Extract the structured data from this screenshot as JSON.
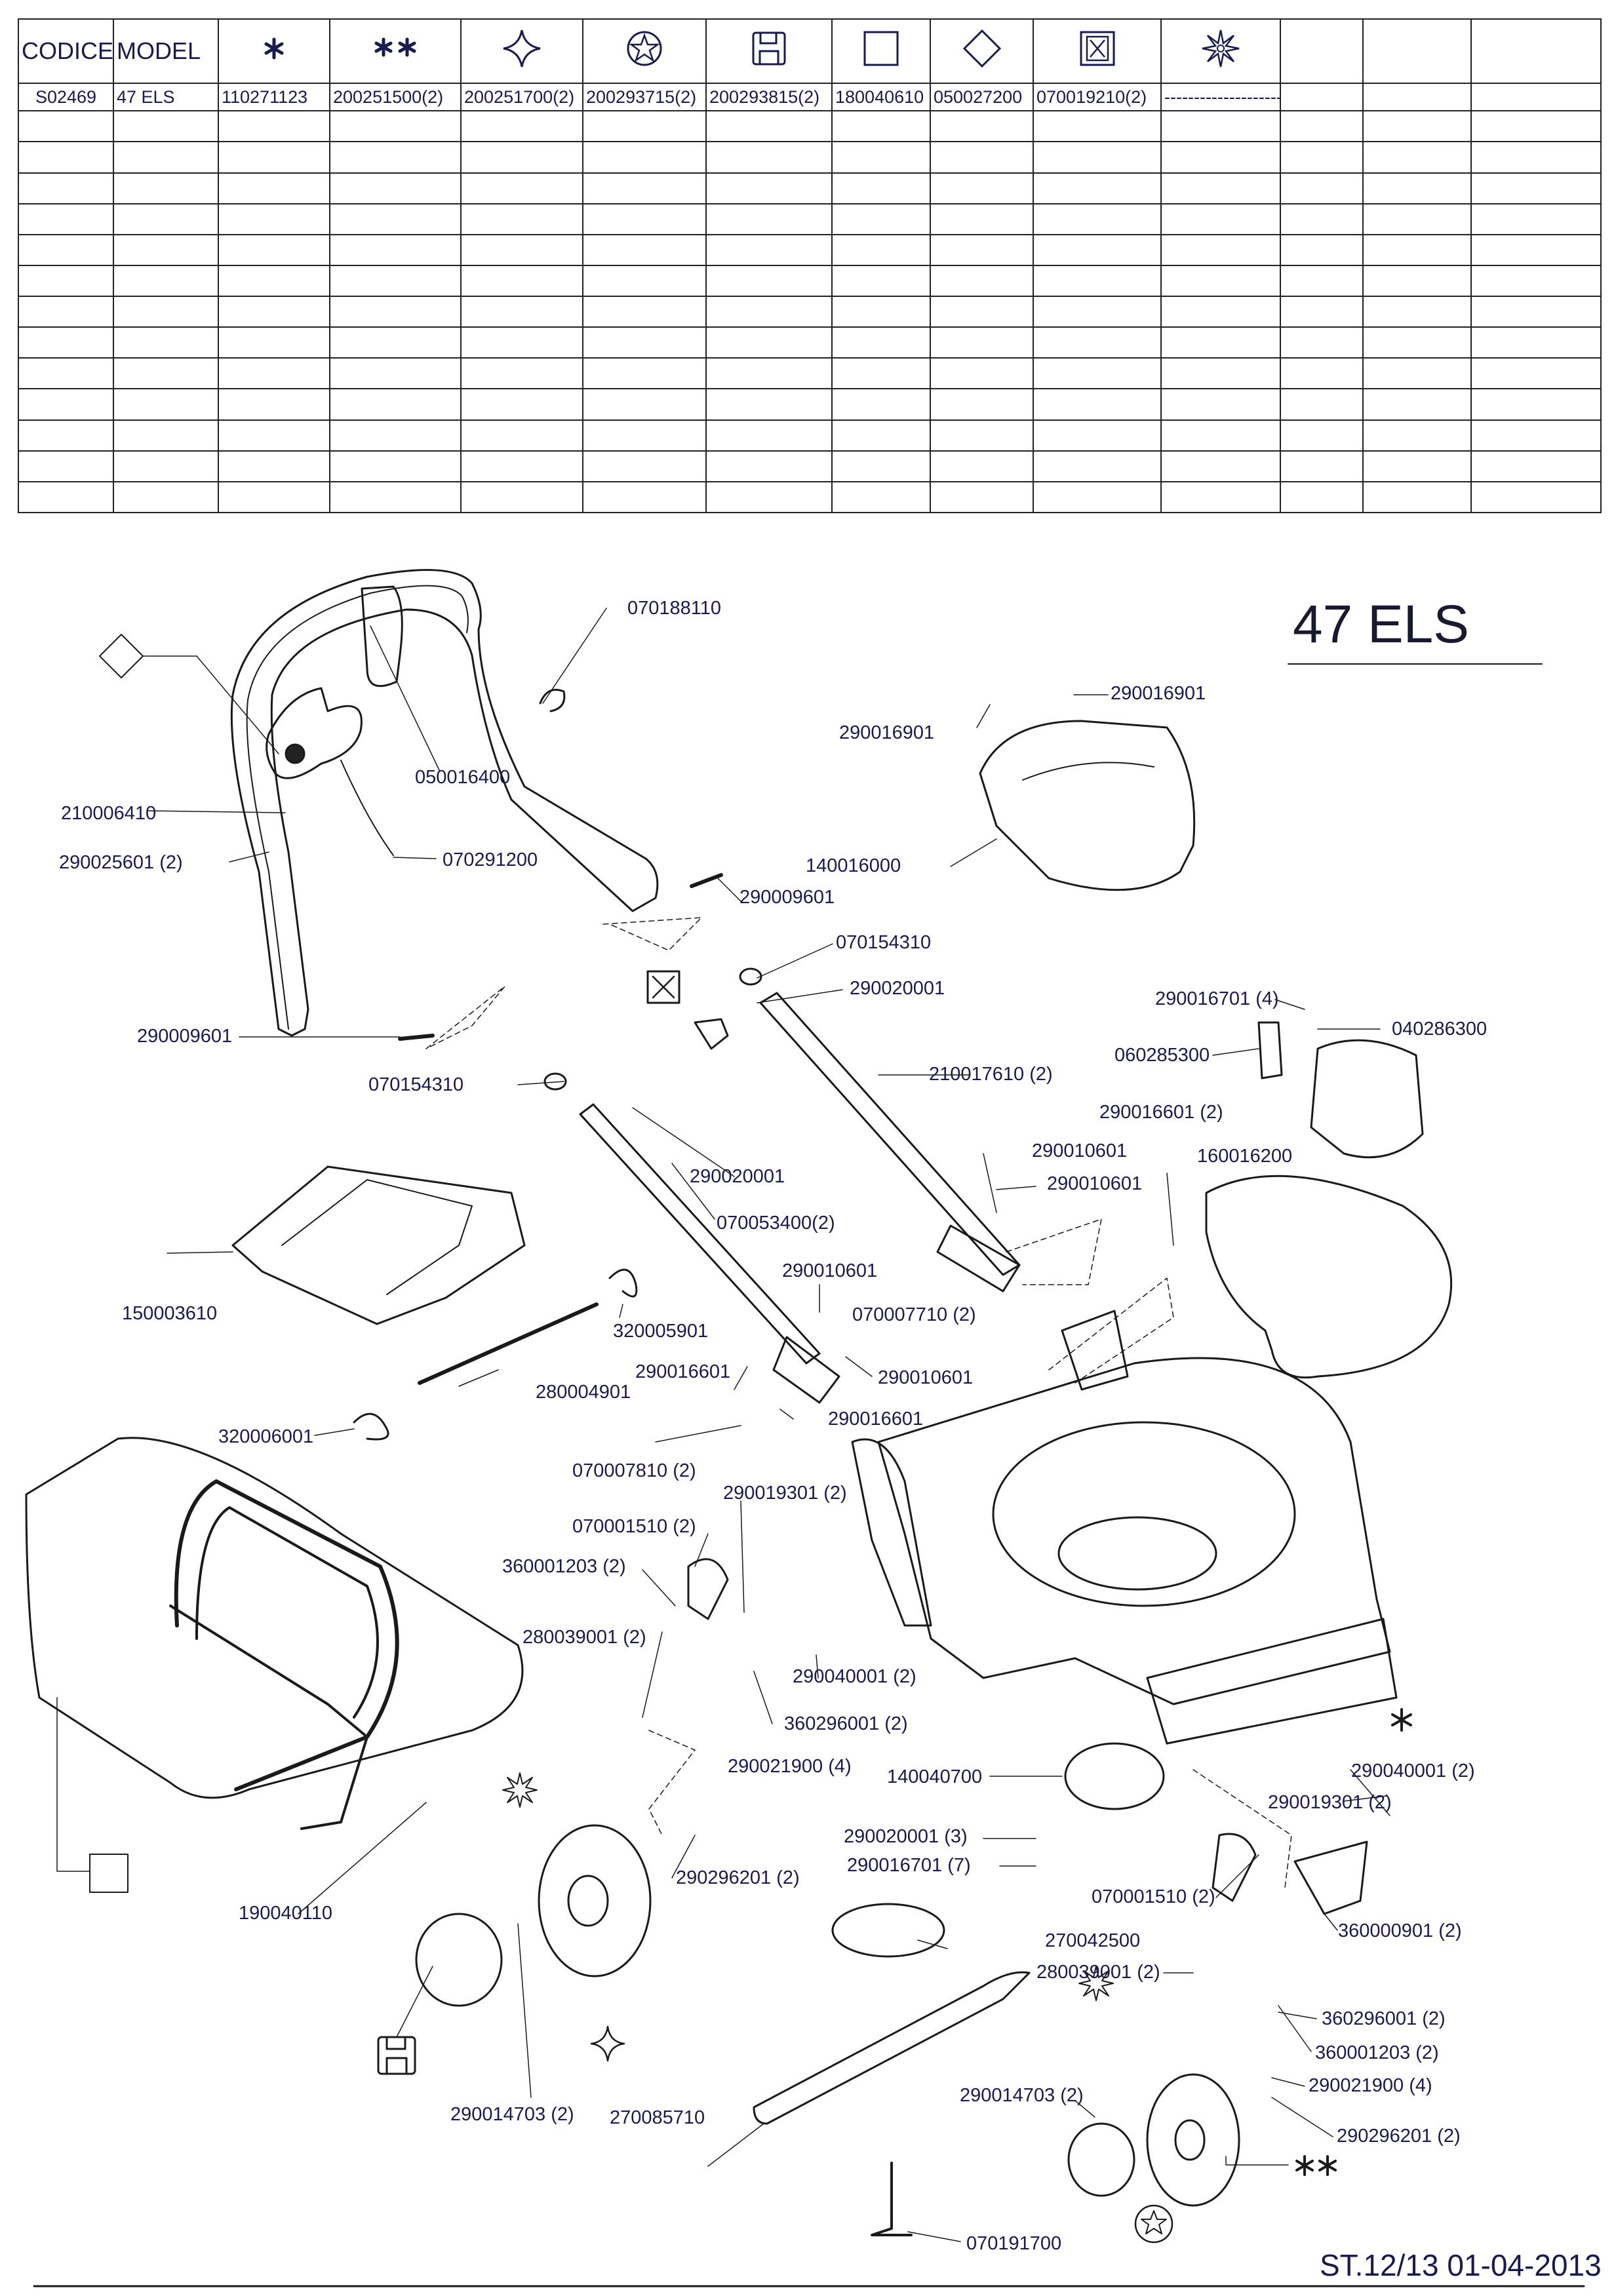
{
  "table": {
    "headers": [
      "CODICE",
      "MODEL",
      "*",
      "**",
      "",
      "",
      "",
      "",
      "",
      "",
      "",
      "",
      "",
      ""
    ],
    "header_icons": [
      "",
      "",
      "single-asterisk-icon",
      "double-asterisk-icon",
      "four-point-star-icon",
      "circled-star-icon",
      "floppy-disk-icon",
      "square-icon",
      "diamond-icon",
      "boxed-x-icon",
      "eight-point-star-icon",
      "",
      "",
      ""
    ],
    "rows": [
      [
        "S02469",
        "47 ELS",
        "110271123",
        "200251500(2)",
        "200251700(2)",
        "200293715(2)",
        "200293815(2)",
        "180040610",
        "050027200",
        "070019210(2)",
        "--------------------",
        "",
        "",
        ""
      ]
    ],
    "empty_rows": 13
  },
  "model_title": "47 ELS",
  "footer": "ST.12/13  01-04-2013",
  "parts": [
    {
      "id": "p1",
      "text": "070188110"
    },
    {
      "id": "p2",
      "text": "050016400"
    },
    {
      "id": "p3",
      "text": "210006410"
    },
    {
      "id": "p4",
      "text": "290025601 (2)"
    },
    {
      "id": "p5",
      "text": "070291200"
    },
    {
      "id": "p6",
      "text": "290009601"
    },
    {
      "id": "p7",
      "text": "290009601"
    },
    {
      "id": "p8",
      "text": "070154310"
    },
    {
      "id": "p9",
      "text": "070154310"
    },
    {
      "id": "p10",
      "text": "290020001"
    },
    {
      "id": "p11",
      "text": "290020001"
    },
    {
      "id": "p12",
      "text": "210017610 (2)"
    },
    {
      "id": "p13",
      "text": "070053400(2)"
    },
    {
      "id": "p14",
      "text": "290010601"
    },
    {
      "id": "p15",
      "text": "290010601"
    },
    {
      "id": "p16",
      "text": "290010601"
    },
    {
      "id": "p17",
      "text": "290010601"
    },
    {
      "id": "p18",
      "text": "070007710 (2)"
    },
    {
      "id": "p19",
      "text": "290016601"
    },
    {
      "id": "p20",
      "text": "290016601"
    },
    {
      "id": "p21",
      "text": "070007810 (2)"
    },
    {
      "id": "p22",
      "text": "150003610"
    },
    {
      "id": "p23",
      "text": "320005901"
    },
    {
      "id": "p24",
      "text": "280004901"
    },
    {
      "id": "p25",
      "text": "320006001"
    },
    {
      "id": "p26",
      "text": "290016901"
    },
    {
      "id": "p27",
      "text": "290016901"
    },
    {
      "id": "p28",
      "text": "140016000"
    },
    {
      "id": "p29",
      "text": "290016701 (4)"
    },
    {
      "id": "p30",
      "text": "040286300"
    },
    {
      "id": "p31",
      "text": "060285300"
    },
    {
      "id": "p32",
      "text": "290016601 (2)"
    },
    {
      "id": "p33",
      "text": "160016200"
    },
    {
      "id": "p34",
      "text": "290019301 (2)"
    },
    {
      "id": "p35",
      "text": "070001510 (2)"
    },
    {
      "id": "p36",
      "text": "360001203 (2)"
    },
    {
      "id": "p37",
      "text": "280039001 (2)"
    },
    {
      "id": "p38",
      "text": "290040001 (2)"
    },
    {
      "id": "p39",
      "text": "360296001 (2)"
    },
    {
      "id": "p40",
      "text": "290021900 (4)"
    },
    {
      "id": "p41",
      "text": "140040700"
    },
    {
      "id": "p42",
      "text": "290040001 (2)"
    },
    {
      "id": "p43",
      "text": "290019301 (2)"
    },
    {
      "id": "p44",
      "text": "290020001 (3)"
    },
    {
      "id": "p45",
      "text": "290016701 (7)"
    },
    {
      "id": "p46",
      "text": "070001510 (2)"
    },
    {
      "id": "p47",
      "text": "360000901 (2)"
    },
    {
      "id": "p48",
      "text": "290296201 (2)"
    },
    {
      "id": "p49",
      "text": "270042500"
    },
    {
      "id": "p50",
      "text": "280039001 (2)"
    },
    {
      "id": "p51",
      "text": "360296001 (2)"
    },
    {
      "id": "p52",
      "text": "360001203 (2)"
    },
    {
      "id": "p53",
      "text": "290021900 (4)"
    },
    {
      "id": "p54",
      "text": "290296201 (2)"
    },
    {
      "id": "p55",
      "text": "190040110"
    },
    {
      "id": "p56",
      "text": "290014703 (2)"
    },
    {
      "id": "p57",
      "text": "270085710"
    },
    {
      "id": "p58",
      "text": "290014703 (2)"
    },
    {
      "id": "p59",
      "text": "070191700"
    }
  ]
}
